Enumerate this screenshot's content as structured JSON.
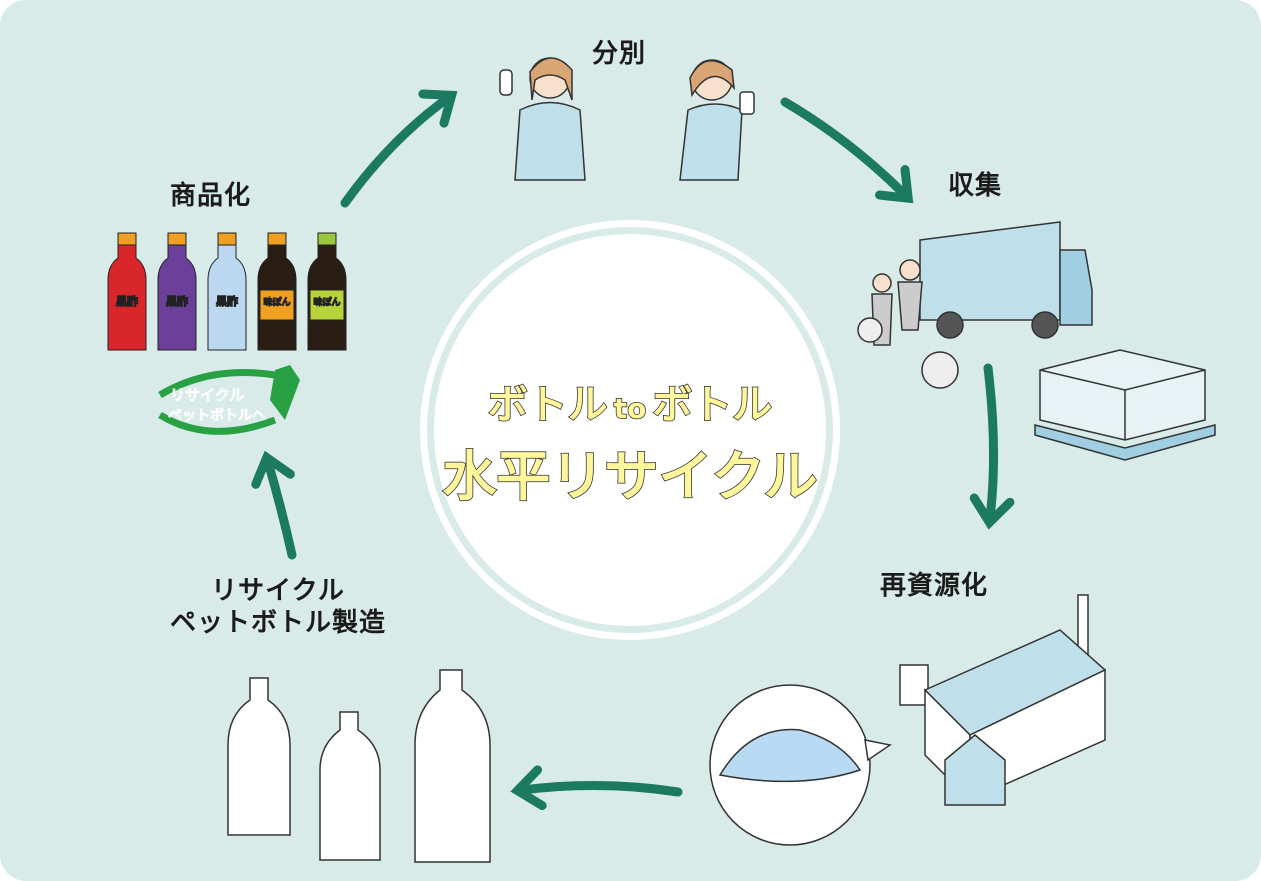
{
  "center": {
    "line1_a": "ボトル",
    "line1_to": "to",
    "line1_b": "ボトル",
    "line2": "水平リサイクル"
  },
  "steps": {
    "sorting": "分別",
    "collection": "収集",
    "recycling": "再資源化",
    "bottle_making_1": "リサイクル",
    "bottle_making_2": "ペットボトル製造",
    "commercialization": "商品化"
  },
  "logo": {
    "line1": "リサイクル",
    "line2": "ペットボトルへ"
  },
  "products": [
    {
      "name": "黒酢",
      "color": "#d8262a"
    },
    {
      "name": "黒酢",
      "color": "#6b3f9a"
    },
    {
      "name": "黒酢",
      "color": "#bcd8f0"
    },
    {
      "name": "味ぽん",
      "color": "#2a1d14"
    },
    {
      "name": "味ぽん",
      "color": "#2a1d14"
    }
  ],
  "colors": {
    "background": "#d8ebe8",
    "arrow": "#1c7a60",
    "logo_green": "#27a143",
    "title_fill": "#fff59a"
  }
}
